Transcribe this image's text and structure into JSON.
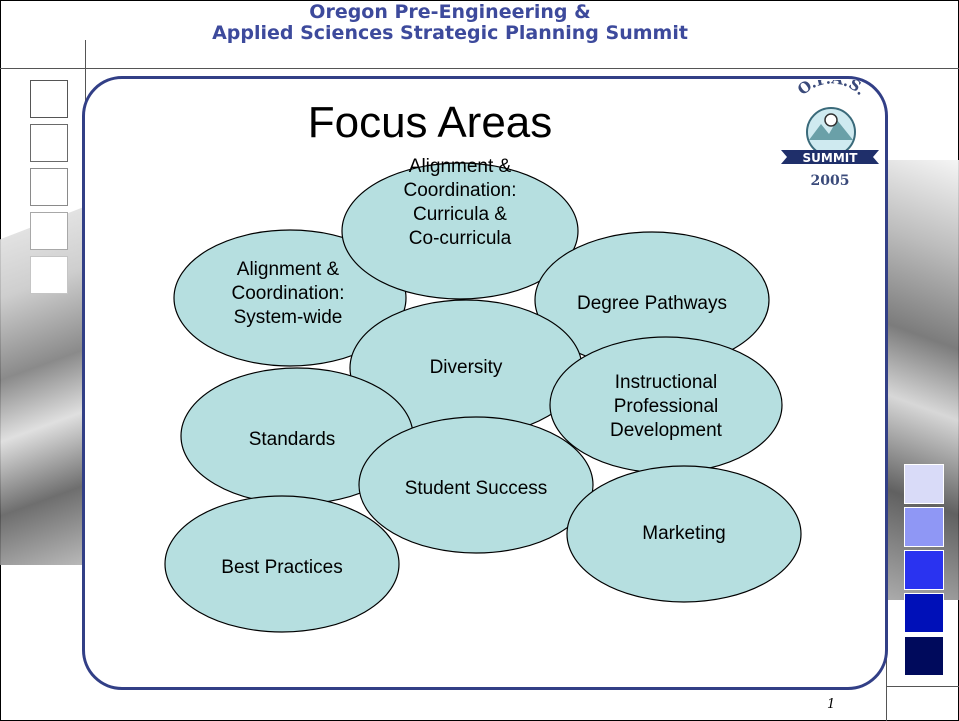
{
  "header": {
    "line1": "Oregon Pre-Engineering &",
    "line2": "Applied Sciences Strategic Planning Summit"
  },
  "slide": {
    "title": "Focus Areas",
    "page_number": "1"
  },
  "logo": {
    "top_text": "O.P.A.S.",
    "banner": "SUMMIT",
    "year": "2005"
  },
  "focus_areas": [
    {
      "lines": [
        "Alignment &",
        "Coordination:",
        "System-wide"
      ]
    },
    {
      "lines": [
        "Alignment &",
        "Coordination:",
        "Curricula &",
        "Co-curricula"
      ]
    },
    {
      "lines": [
        "Degree Pathways"
      ]
    },
    {
      "lines": [
        "Diversity"
      ]
    },
    {
      "lines": [
        "Instructional",
        "Professional",
        "Development"
      ]
    },
    {
      "lines": [
        "Standards"
      ]
    },
    {
      "lines": [
        "Student Success"
      ]
    },
    {
      "lines": [
        "Marketing"
      ]
    },
    {
      "lines": [
        "Best Practices"
      ]
    }
  ],
  "colors": {
    "ellipse_fill": "#b6dfe0",
    "panel_border": "#323f86",
    "header_text": "#3d4a9c",
    "left_square_borders": [
      "#555555",
      "#6a6a6a",
      "#8a8a8a",
      "#a8a8a8",
      "#c5c5c5"
    ],
    "right_square_fills": [
      "#d9dbf8",
      "#8f97f5",
      "#2a33f0",
      "#0010b8",
      "#000a5c"
    ]
  }
}
